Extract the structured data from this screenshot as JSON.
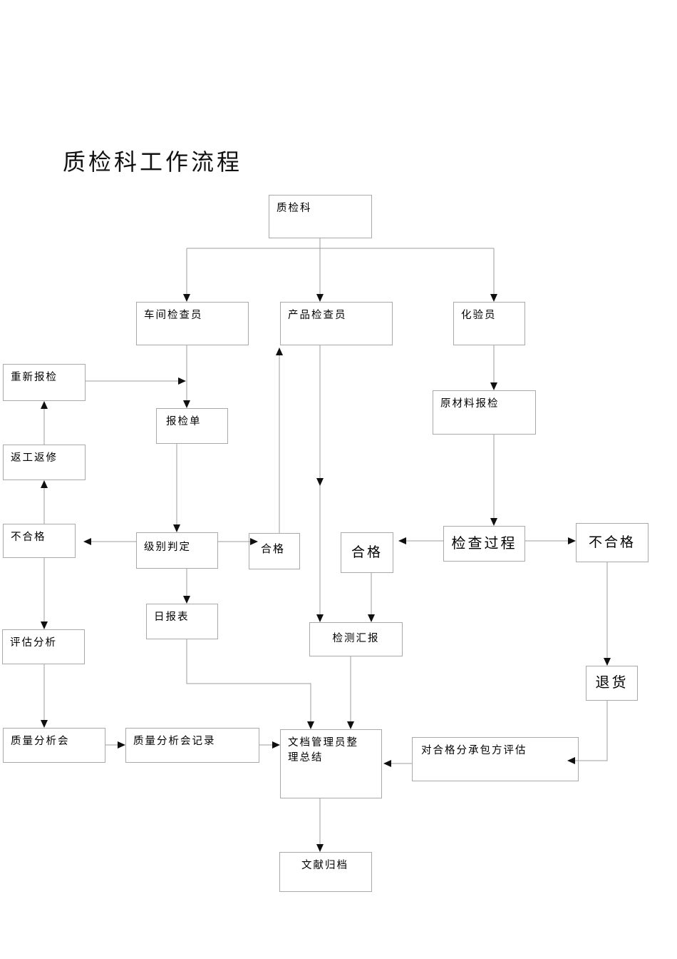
{
  "title": "质检科工作流程",
  "nodes": {
    "quality_dept": {
      "label": "质检科"
    },
    "workshop_inspector": {
      "label": "车间检查员"
    },
    "product_inspector": {
      "label": "产品检查员"
    },
    "lab_analyst": {
      "label": "化验员"
    },
    "re_inspection": {
      "label": "重新报检"
    },
    "raw_material_inspection": {
      "label": "原材料报检"
    },
    "inspection_form": {
      "label": "报检单"
    },
    "rework_repair": {
      "label": "返工返修"
    },
    "unqualified_left": {
      "label": "不合格"
    },
    "grade_judgment": {
      "label": "级别判定"
    },
    "qualified_small": {
      "label": "合格"
    },
    "qualified_large": {
      "label": "合格"
    },
    "inspection_process": {
      "label": "检查过程"
    },
    "unqualified_right": {
      "label": "不合格"
    },
    "daily_report": {
      "label": "日报表"
    },
    "test_report": {
      "label": "检测汇报"
    },
    "evaluation_analysis": {
      "label": "评估分析"
    },
    "return_goods": {
      "label": "退货"
    },
    "quality_analysis_meeting": {
      "label": "质量分析会"
    },
    "meeting_minutes": {
      "label": "质量分析会记录"
    },
    "document_admin_summary": {
      "label": "文档管理员整理总结"
    },
    "subcontractor_evaluation": {
      "label": "对合格分承包方评估"
    },
    "document_archive": {
      "label": "文献归档"
    }
  },
  "edges": [
    {
      "from": "quality_dept",
      "to": "workshop_inspector"
    },
    {
      "from": "quality_dept",
      "to": "product_inspector"
    },
    {
      "from": "quality_dept",
      "to": "lab_analyst"
    },
    {
      "from": "workshop_inspector",
      "to": "inspection_form"
    },
    {
      "from": "re_inspection",
      "to": "inspection_form"
    },
    {
      "from": "inspection_form",
      "to": "grade_judgment"
    },
    {
      "from": "grade_judgment",
      "to": "unqualified_left"
    },
    {
      "from": "grade_judgment",
      "to": "qualified_small"
    },
    {
      "from": "grade_judgment",
      "to": "daily_report"
    },
    {
      "from": "qualified_small",
      "to": "product_inspector"
    },
    {
      "from": "product_inspector",
      "to": "test_report"
    },
    {
      "from": "lab_analyst",
      "to": "raw_material_inspection"
    },
    {
      "from": "raw_material_inspection",
      "to": "inspection_process"
    },
    {
      "from": "inspection_process",
      "to": "qualified_large"
    },
    {
      "from": "inspection_process",
      "to": "unqualified_right"
    },
    {
      "from": "qualified_large",
      "to": "test_report"
    },
    {
      "from": "unqualified_right",
      "to": "return_goods"
    },
    {
      "from": "return_goods",
      "to": "subcontractor_evaluation"
    },
    {
      "from": "subcontractor_evaluation",
      "to": "document_admin_summary"
    },
    {
      "from": "unqualified_left",
      "to": "rework_repair"
    },
    {
      "from": "rework_repair",
      "to": "re_inspection"
    },
    {
      "from": "unqualified_left",
      "to": "evaluation_analysis"
    },
    {
      "from": "evaluation_analysis",
      "to": "quality_analysis_meeting"
    },
    {
      "from": "quality_analysis_meeting",
      "to": "meeting_minutes"
    },
    {
      "from": "meeting_minutes",
      "to": "document_admin_summary"
    },
    {
      "from": "daily_report",
      "to": "document_admin_summary"
    },
    {
      "from": "test_report",
      "to": "document_admin_summary"
    },
    {
      "from": "document_admin_summary",
      "to": "document_archive"
    }
  ]
}
